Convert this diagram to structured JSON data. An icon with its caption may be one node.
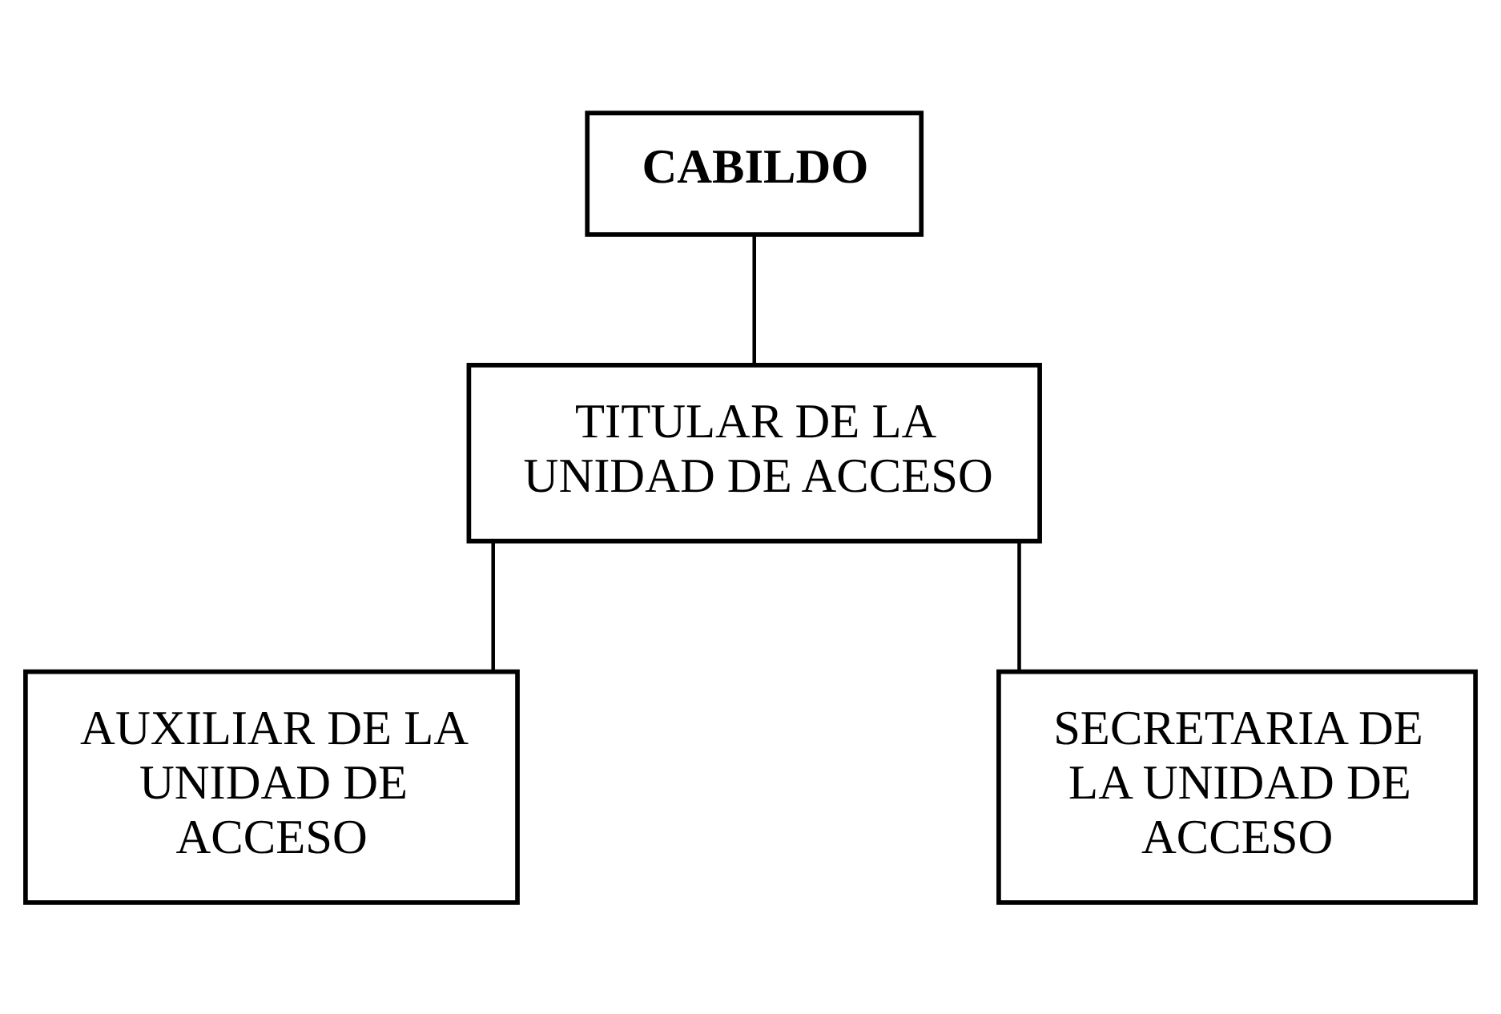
{
  "diagram": {
    "nodes": [
      {
        "text": [
          "CABILDO"
        ]
      },
      {
        "text": [
          "TITULAR DE LA UNIDAD DE ACCESO"
        ]
      },
      {
        "text": [
          "AUXILIAR DE LA UNIDAD DE ACCESO"
        ]
      },
      {
        "text": [
          "SECRETARIA DE LA UNIDAD DE ACCESO"
        ]
      }
    ],
    "edges": [
      {
        "from": 0,
        "to": 1,
        "arrow": "none"
      },
      {
        "from": 1,
        "to": 2,
        "arrow": "none"
      },
      {
        "from": 1,
        "to": 3,
        "arrow": "none"
      }
    ]
  }
}
